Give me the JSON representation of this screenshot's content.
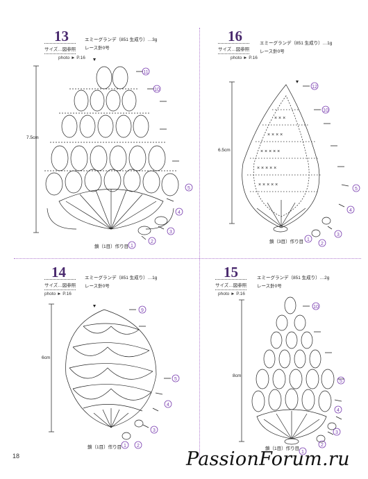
{
  "patterns": [
    {
      "number": "13",
      "size_label": "サイズ…図参照",
      "photo": "photo ► P.16",
      "material": "エミーグランデ（851 生成り）…3g",
      "hook": "レース針0号",
      "height": "7.5cm",
      "chain": "鎖（1目）作り目",
      "rows": [
        "11",
        "10",
        "5",
        "4",
        "3",
        "2",
        "1"
      ]
    },
    {
      "number": "16",
      "size_label": "サイズ…図参照",
      "photo": "photo ► P.16",
      "material": "エミーグランデ（851 生成り）…1g",
      "hook": "レース針0号",
      "height": "6.5cm",
      "chain": "鎖（3目）作り目",
      "rows": [
        "12",
        "10",
        "5",
        "4",
        "3",
        "2",
        "1"
      ]
    },
    {
      "number": "14",
      "size_label": "サイズ…図参照",
      "photo": "photo ► P.16",
      "material": "エミーグランデ（851 生成り）…1g",
      "hook": "レース針0号",
      "height": "6cm",
      "chain": "鎖（1目）作り目",
      "rows": [
        "9",
        "5",
        "4",
        "3",
        "2",
        "1"
      ]
    },
    {
      "number": "15",
      "size_label": "サイズ…図参照",
      "photo": "photo ► P.16",
      "material": "エミーグランデ（851 生成り）…2g",
      "hook": "レース針0号",
      "height": "8cm",
      "chain": "鎖（1目）作り目",
      "rows": [
        "10",
        "5",
        "4",
        "3",
        "2",
        "1"
      ]
    }
  ],
  "page_number": "18",
  "watermark": "PassionForum.ru",
  "colors": {
    "accent": "#7a3fb0",
    "divider": "#b07ad0",
    "ink": "#222222"
  }
}
